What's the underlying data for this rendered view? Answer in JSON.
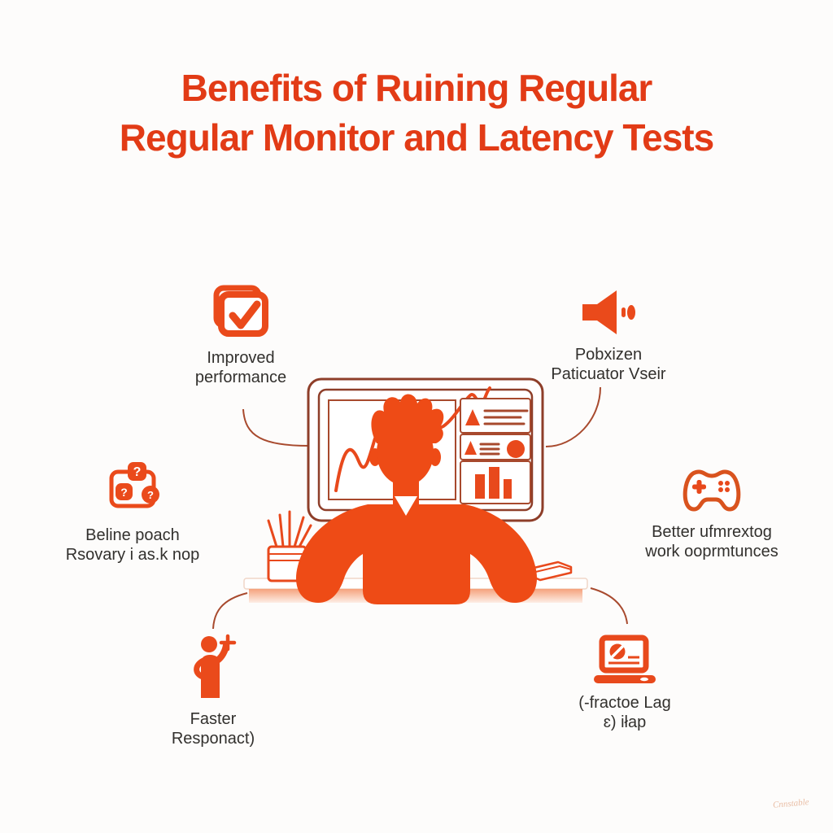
{
  "title": {
    "line1": "Benefits of Ruining Regular",
    "line2": "Regular Monitor and Latency Tests"
  },
  "benefits": [
    {
      "id": "improved-performance",
      "icon": "checkbox-check-icon",
      "label_line1": "Improved",
      "label_line2": "performance"
    },
    {
      "id": "speaker-benefit",
      "icon": "speaker-icon",
      "label_line1": "Pobxizen",
      "label_line2": "Paticuator Vseir"
    },
    {
      "id": "question-flow",
      "icon": "question-flowchart-icon",
      "label_line1": "Beline poach",
      "label_line2": "Rsovary i as.k nop"
    },
    {
      "id": "gaming",
      "icon": "game-controller-icon",
      "label_line1": "Better ufmrextog",
      "label_line2": "work ooprmtunces"
    },
    {
      "id": "faster-response",
      "icon": "person-plus-icon",
      "label_line1": "Faster",
      "label_line2": "Responact)"
    },
    {
      "id": "reduce-lag",
      "icon": "laptop-blocked-icon",
      "label_line1": "(-fractoe Lag",
      "label_line2": "ɛ) iłap"
    }
  ],
  "scene": {
    "elements": [
      "monitor-with-charts",
      "person-at-desk",
      "desk",
      "pencil-cup",
      "notebook",
      "left-arrow",
      "right-arrow"
    ],
    "monitor_panels": [
      "line-chart",
      "triangle-list-panel",
      "triangle-list-circle-panel",
      "bar-chart-panel"
    ]
  },
  "watermark": "Cnnstable",
  "colors": {
    "primary_orange": "#e8491c",
    "title_orange": "#e23b16",
    "outline_brown": "#8e3e29",
    "text_dark": "#32302d",
    "desk_salmon": "#f5a27c",
    "background": "#fdfcfb"
  }
}
